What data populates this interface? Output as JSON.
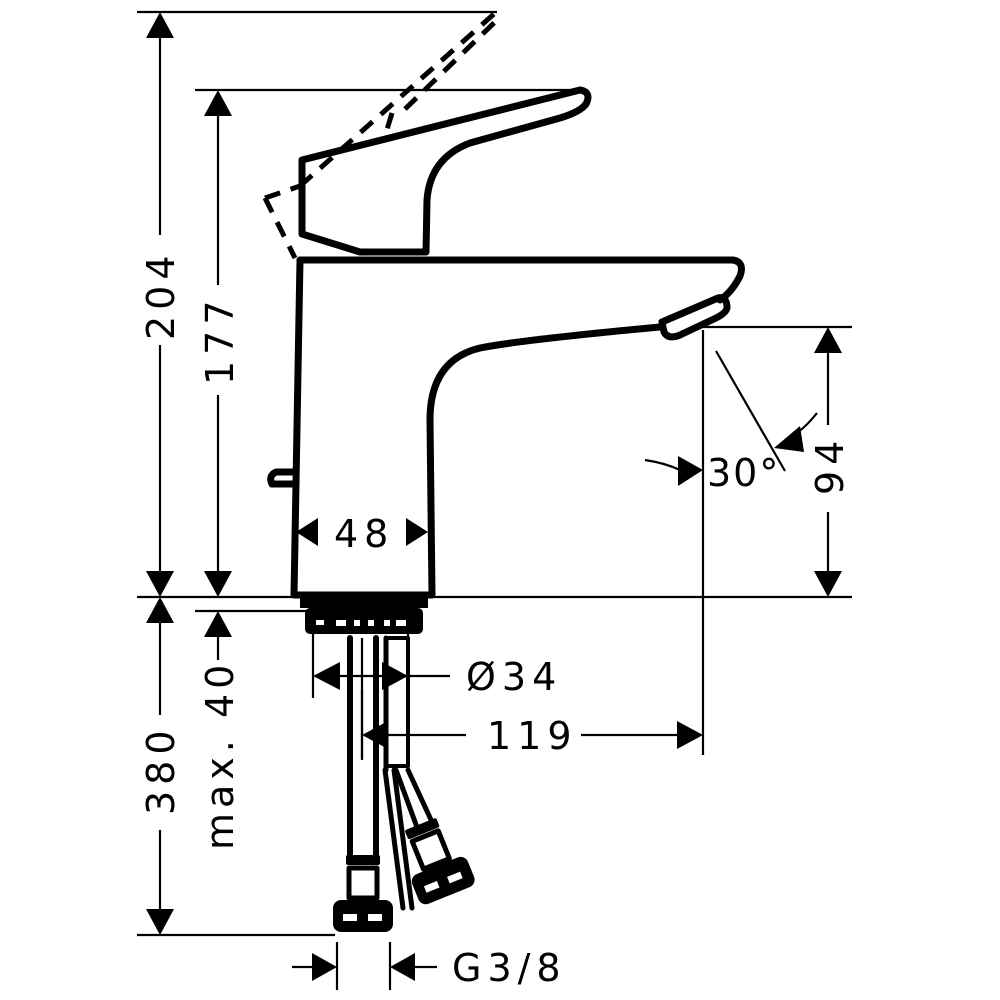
{
  "drawing": {
    "subject": "Single-lever basin mixer faucet side-view dimensional drawing",
    "units": "mm",
    "line_color": "#000000",
    "background_color": "#ffffff"
  },
  "dimensions": {
    "total_height_lever_open": "204",
    "height_to_lever_top": "177",
    "spout_outlet_height": "94",
    "spout_angle": "30°",
    "body_width": "48",
    "shank_diameter": "Ø34",
    "spout_projection": "119",
    "hose_length": "380",
    "max_counter_thickness": "max. 40",
    "connection_thread": "G3/8"
  }
}
